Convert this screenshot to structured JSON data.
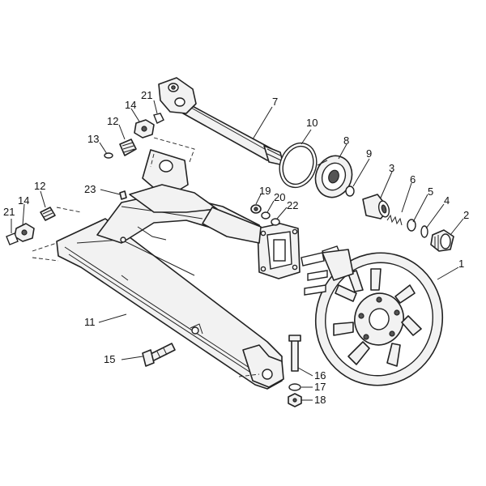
{
  "callouts": {
    "c1": "1",
    "c2": "2",
    "c3": "3",
    "c4": "4",
    "c5": "5",
    "c6": "6",
    "c7": "7",
    "c8": "8",
    "c9": "9",
    "c10": "10",
    "c11": "11",
    "c12a": "12",
    "c12b": "12",
    "c13": "13",
    "c14a": "14",
    "c14b": "14",
    "c15": "15",
    "c16": "16",
    "c17": "17",
    "c18": "18",
    "c19": "19",
    "c20": "20",
    "c21a": "21",
    "c21b": "21",
    "c22": "22",
    "c23": "23"
  },
  "colors": {
    "line": "#222222",
    "background": "#ffffff"
  }
}
